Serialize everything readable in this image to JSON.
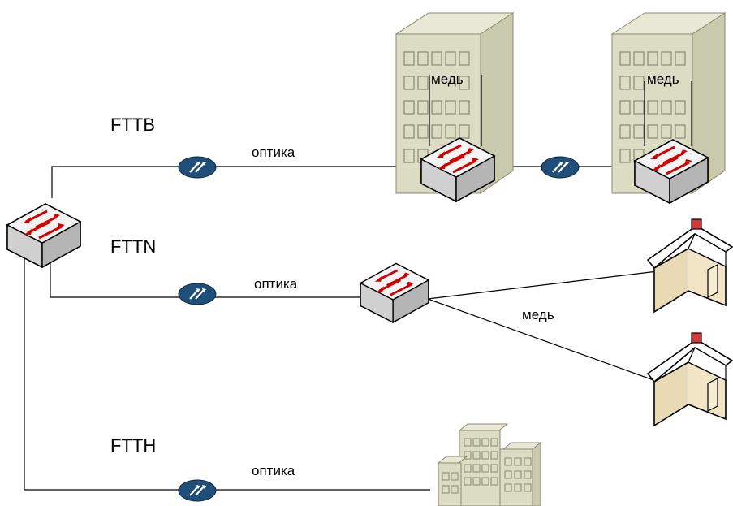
{
  "labels": {
    "fttb": "FTTB",
    "fttn": "FTTN",
    "ftth": "FTTH",
    "optics_fttb": "оптика",
    "optics_fttn": "оптика",
    "optics_ftth": "оптика",
    "copper_building_1": "медь",
    "copper_building_2": "медь",
    "copper_houses": "медь"
  },
  "colors": {
    "building_fill": "#dcdcc4",
    "building_side": "#c9c9ae",
    "switch_top": "#f4f4f4",
    "switch_side": "#bfbfbf",
    "arrow_red": "#d40000",
    "converter": "#1f4e79",
    "house_wall": "#f2e5c6",
    "house_roof": "#ffffff",
    "chimney": "#d13a3a"
  },
  "icons": [
    "switch-icon",
    "media-converter-icon",
    "office-building-icon",
    "house-icon",
    "apartment-block-icon"
  ]
}
